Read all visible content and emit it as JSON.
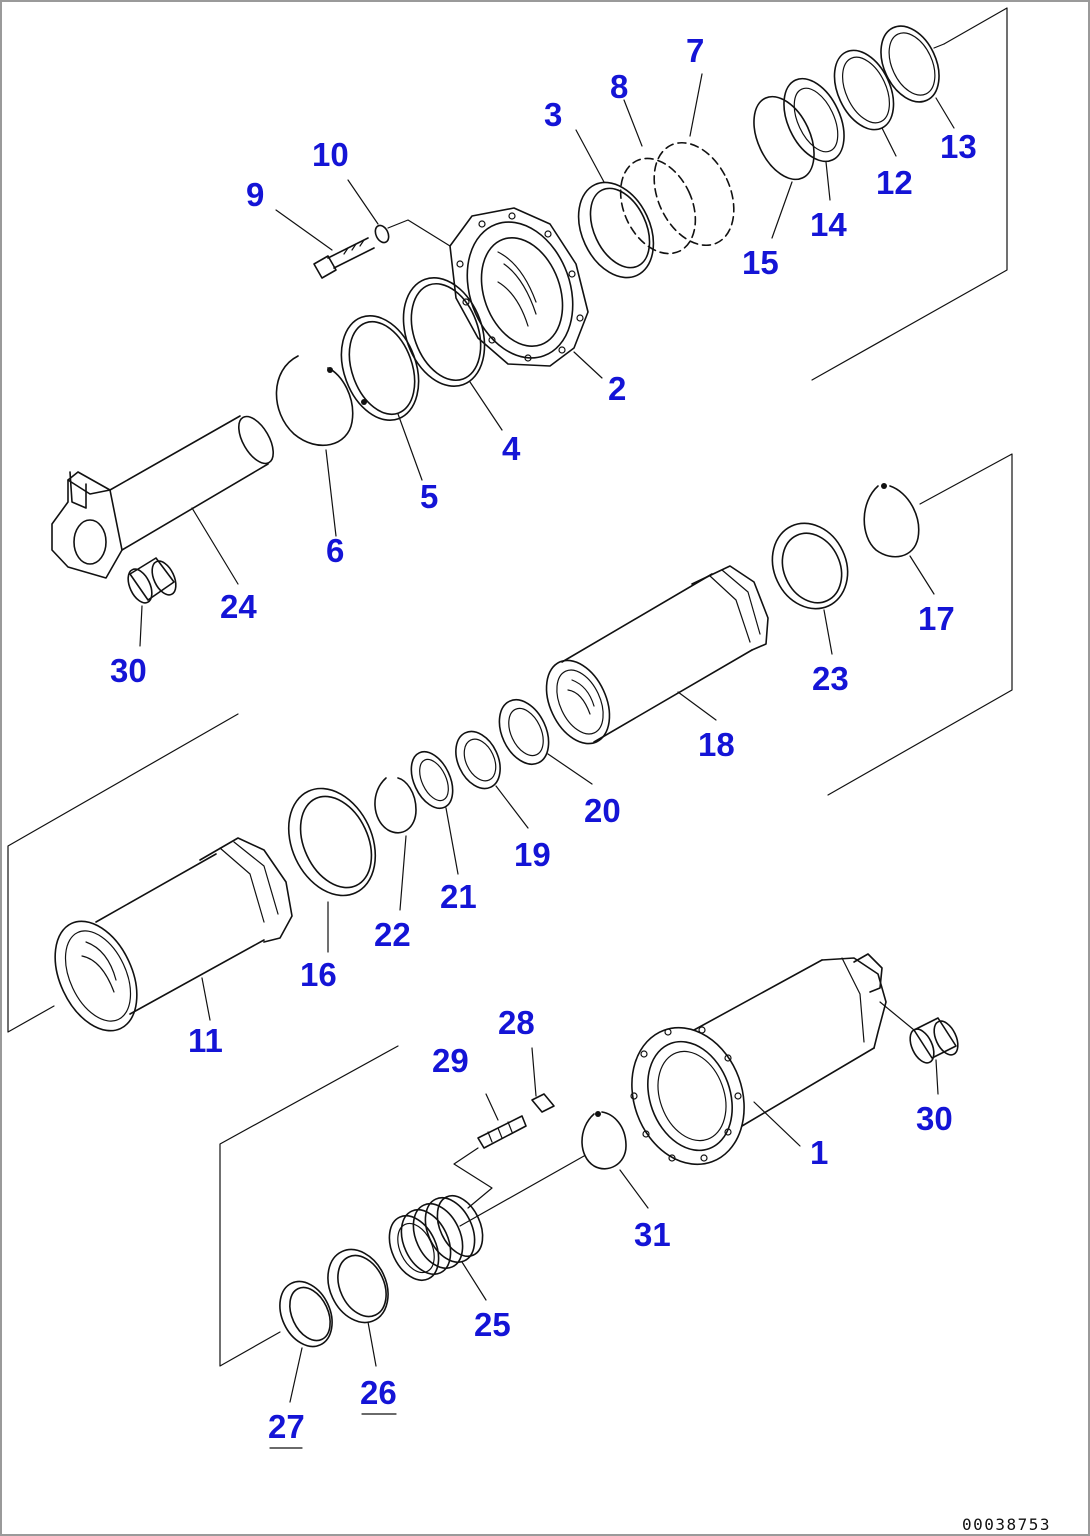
{
  "drawing_reference": "00038753",
  "callouts": [
    {
      "key": "1",
      "text": "1"
    },
    {
      "key": "2",
      "text": "2"
    },
    {
      "key": "3",
      "text": "3"
    },
    {
      "key": "4",
      "text": "4"
    },
    {
      "key": "5",
      "text": "5"
    },
    {
      "key": "6",
      "text": "6"
    },
    {
      "key": "7",
      "text": "7"
    },
    {
      "key": "8",
      "text": "8"
    },
    {
      "key": "9",
      "text": "9"
    },
    {
      "key": "10",
      "text": "10"
    },
    {
      "key": "11",
      "text": "11"
    },
    {
      "key": "12",
      "text": "12"
    },
    {
      "key": "13",
      "text": "13"
    },
    {
      "key": "14",
      "text": "14"
    },
    {
      "key": "15",
      "text": "15"
    },
    {
      "key": "16",
      "text": "16"
    },
    {
      "key": "17",
      "text": "17"
    },
    {
      "key": "18",
      "text": "18"
    },
    {
      "key": "19",
      "text": "19"
    },
    {
      "key": "20",
      "text": "20"
    },
    {
      "key": "21",
      "text": "21"
    },
    {
      "key": "22",
      "text": "22"
    },
    {
      "key": "23",
      "text": "23"
    },
    {
      "key": "24",
      "text": "24"
    },
    {
      "key": "25",
      "text": "25"
    },
    {
      "key": "26",
      "text": "26"
    },
    {
      "key": "27",
      "text": "27"
    },
    {
      "key": "28",
      "text": "28"
    },
    {
      "key": "29",
      "text": "29"
    },
    {
      "key": "30a",
      "text": "30"
    },
    {
      "key": "30b",
      "text": "30"
    },
    {
      "key": "31",
      "text": "31"
    }
  ],
  "colors": {
    "callout": "#1414d6",
    "line": "#111111",
    "border": "#9a9a9a"
  }
}
